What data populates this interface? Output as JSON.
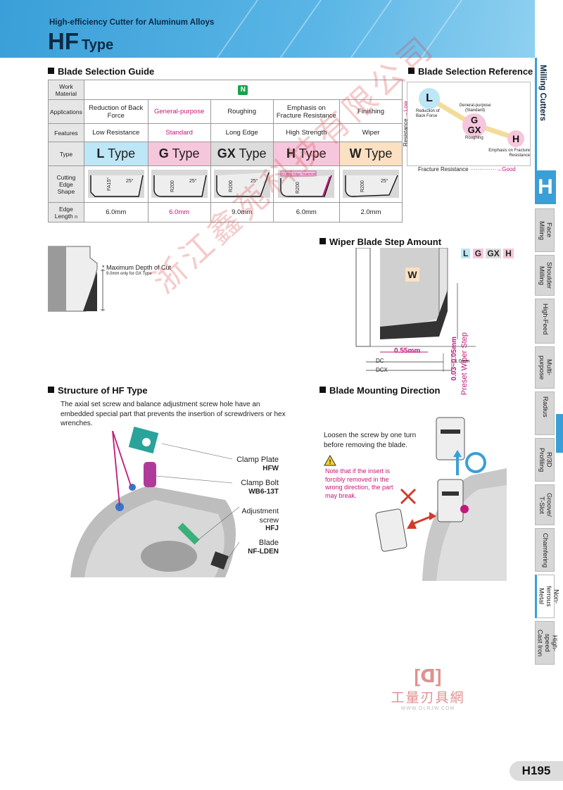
{
  "header": {
    "subtitle": "High-efficiency Cutter for Aluminum Alloys",
    "title_main": "HF",
    "title_suffix": "Type"
  },
  "sections": {
    "selection_guide": "Blade Selection Guide",
    "selection_reference": "Blade Selection Reference",
    "wiper_step": "Wiper Blade Step Amount",
    "structure": "Structure of HF Type",
    "mounting": "Blade Mounting Direction"
  },
  "table": {
    "row_headers": {
      "work_material": "Work Material",
      "applications": "Applications",
      "features": "Features",
      "type": "Type",
      "cutting_edge_shape": "Cutting Edge Shape",
      "edge_length": "Edge Length"
    },
    "edge_length_symbol": "n",
    "work_material_badge": "N",
    "columns": [
      {
        "application": "Reduction of Back Force",
        "feature": "Low Resistance",
        "type_letter": "L",
        "type_word": "Type",
        "edge_length": "6.0mm",
        "shape_label": "FA15°",
        "angle": "25°"
      },
      {
        "application": "General-purpose",
        "feature": "Standard",
        "type_letter": "G",
        "type_word": "Type",
        "edge_length": "6.0mm",
        "shape_label": "R200",
        "angle": "25°"
      },
      {
        "application": "Roughing",
        "feature": "Long Edge",
        "type_letter": "GX",
        "type_word": "Type",
        "edge_length": "9.0mm",
        "shape_label": "R200",
        "angle": "25°"
      },
      {
        "application": "Emphasis on Fracture Resistance",
        "feature": "High Strength",
        "type_letter": "H",
        "type_word": "Type",
        "edge_length": "6.0mm",
        "shape_label": "R200",
        "angle": "",
        "treatment": "Cutting Edge Treatment"
      },
      {
        "application": "Finishing",
        "feature": "Wiper",
        "type_letter": "W",
        "type_word": "Type",
        "edge_length": "2.0mm",
        "shape_label": "R200",
        "angle": "25°"
      }
    ]
  },
  "reference": {
    "y_axis": "Resistance",
    "y_low": "Low",
    "x_axis": "Fracture Resistance",
    "x_good": "Good",
    "l_letter": "L",
    "l_desc": "Reduction of Back Force",
    "g_letter": "G",
    "gx_letter": "GX",
    "g_desc_1": "General-purpose",
    "g_desc_2": "(Standard)",
    "gx_desc": "Roughing",
    "h_letter": "H",
    "h_desc": "Emphasis on Fracture Resistance"
  },
  "depth_note": {
    "title": "Maximum Depth of Cut",
    "sub": "9.0mm only for GX Type"
  },
  "wiper": {
    "types": [
      "L",
      "G",
      "GX",
      "H"
    ],
    "w_letter": "W",
    "step_value": "0.03~0.05mm",
    "step_label": "Preset Wiper Step",
    "width_value": "0.55mm",
    "dc": "DC",
    "dcx": "DCX",
    "offset": "1.0mm"
  },
  "structure": {
    "note": "The axial set screw and balance adjustment screw hole have an embedded special part that prevents the insertion of screwdrivers or hex wrenches.",
    "parts": [
      {
        "name": "Clamp Plate",
        "code": "HFW"
      },
      {
        "name": "Clamp Bolt",
        "code": "WB6-13T"
      },
      {
        "name": "Adjustment screw",
        "code": "HFJ"
      },
      {
        "name": "Blade",
        "code": "NF-LDEN"
      }
    ]
  },
  "mounting": {
    "instruction": "Loosen the screw by one turn before removing the blade.",
    "warning": "Note that if the insert is forcibly removed in the wrong direction, the part may break."
  },
  "side_tabs": {
    "main": "Milling Cutters",
    "letter": "H",
    "items": [
      "Face Milling",
      "Shoulder Milling",
      "High-Feed",
      "Multi-purpose",
      "Radius",
      "R/3D Profiling",
      "Groove/ T-Slot",
      "Chamfering",
      "Non-ferrous Metal",
      "High-speed Cast Iron"
    ]
  },
  "watermark": {
    "cn": "工量刃具網",
    "url": "WWW.GLRJW.COM",
    "diagonal": "浙江鑫苑科技有限公司"
  },
  "page_number": "H195",
  "colors": {
    "accent": "#3a9fd8",
    "magenta": "#c2187b",
    "green": "#18a34a"
  }
}
